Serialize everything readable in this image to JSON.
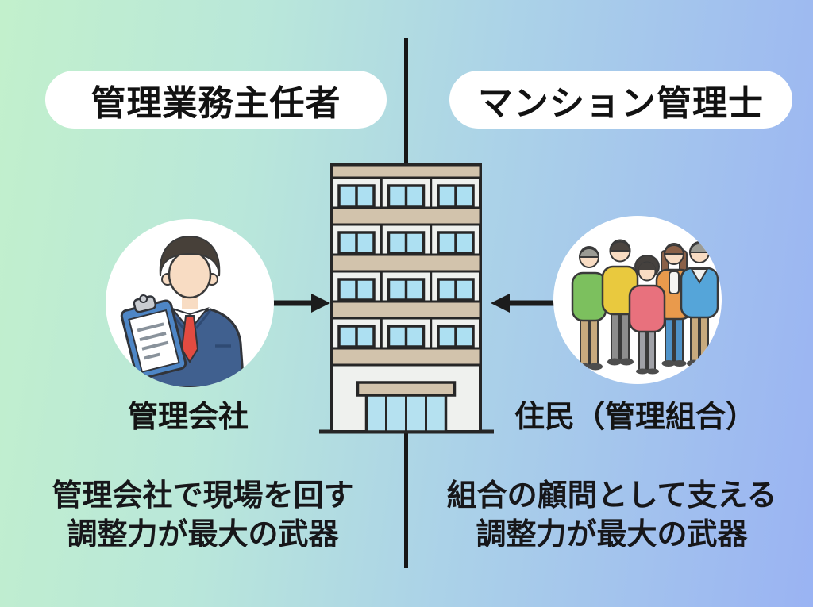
{
  "diagram": {
    "left": {
      "title": "管理業務主任者",
      "actor_label": "管理会社",
      "caption_line1": "管理会社で現場を回す",
      "caption_line2": "調整力が最大の武器",
      "actor_icon": "manager-with-clipboard-icon",
      "arrow_icon": "arrow-right-icon"
    },
    "right": {
      "title": "マンション管理士",
      "actor_label": "住民（管理組合）",
      "caption_line1": "組合の顧問として支える",
      "caption_line2": "調整力が最大の武器",
      "actor_icon": "residents-group-icon",
      "arrow_icon": "arrow-left-icon"
    },
    "center_icon": "building-icon",
    "divider_icon": "center-divider-line"
  },
  "colors": {
    "background_left": "#c2f0cc",
    "background_right": "#9ab3f3",
    "pill_background": "#ffffff",
    "text": "#141414",
    "line_black": "#161616",
    "building_tan": "#d2c3ac",
    "building_white": "#eff1ee",
    "window_blue": "#ade0f2",
    "suit_navy": "#40608f",
    "tie_red": "#e24b41",
    "clipboard_blue": "#4e86c6",
    "sweater_green": "#7cc05e",
    "shirt_yellow": "#e9c93e",
    "sweater_pink": "#e8717d",
    "cardigan_orange": "#e99a4c",
    "sweater_blue": "#55a5d9",
    "skin": "#f8dcc3"
  }
}
